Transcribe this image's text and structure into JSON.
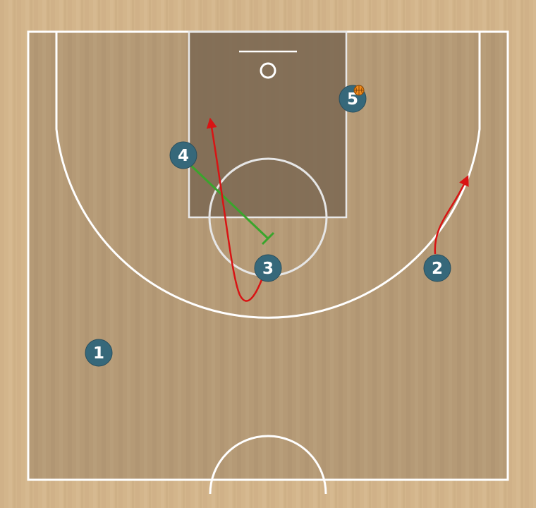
{
  "diagram": {
    "colors": {
      "floor": "#d3b58b",
      "court_floor": "#b59a76",
      "paint": "#7e6a54",
      "lines": "#ffffff",
      "player_fill": "#36687a",
      "cut_arrow": "#d81414",
      "screen": "#3aa52c",
      "ball": "#f08a1c"
    },
    "players": [
      {
        "id": "player-1",
        "label": "1"
      },
      {
        "id": "player-2",
        "label": "2"
      },
      {
        "id": "player-3",
        "label": "3"
      },
      {
        "id": "player-4",
        "label": "4"
      },
      {
        "id": "player-5",
        "label": "5",
        "has_ball": true
      }
    ],
    "actions": [
      {
        "type": "cut",
        "player": "2",
        "icon": "arrow-head-icon"
      },
      {
        "type": "cut",
        "player": "3",
        "icon": "arrow-head-icon"
      },
      {
        "type": "screen",
        "player": "4",
        "icon": "screen-bar-icon"
      }
    ],
    "ball_icon": "basketball-icon"
  }
}
